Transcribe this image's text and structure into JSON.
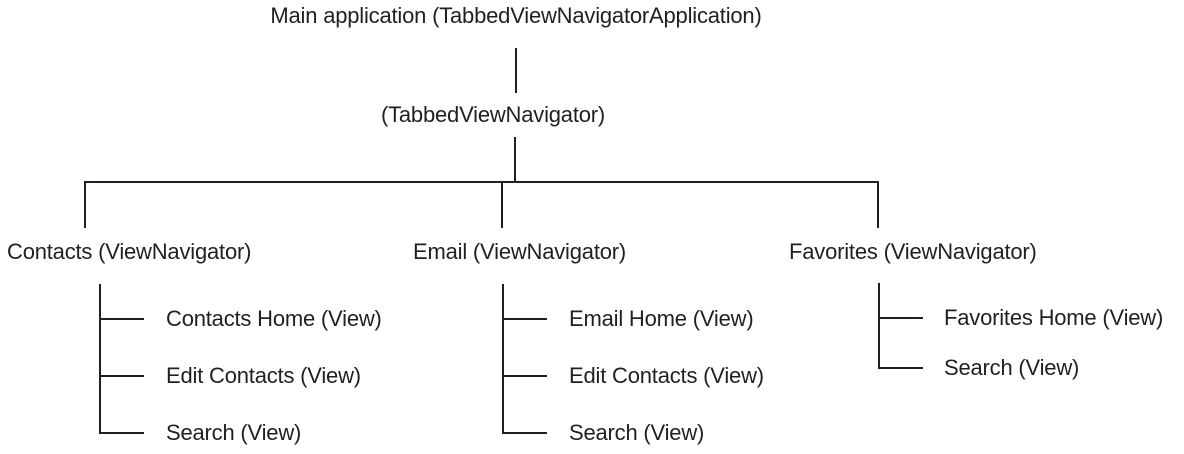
{
  "title": "Main application (TabbedViewNavigatorApplication)",
  "navigator": "(TabbedViewNavigator)",
  "branches": [
    {
      "label": "Contacts (ViewNavigator)",
      "children": [
        "Contacts Home (View)",
        "Edit Contacts (View)",
        "Search (View)"
      ]
    },
    {
      "label": "Email (ViewNavigator)",
      "children": [
        "Email Home (View)",
        "Edit Contacts (View)",
        "Search (View)"
      ]
    },
    {
      "label": "Favorites (ViewNavigator)",
      "children": [
        "Favorites Home (View)",
        "Search (View)"
      ]
    }
  ],
  "colors": {
    "line": "#231f20",
    "text": "#231f20",
    "background": "#ffffff"
  }
}
